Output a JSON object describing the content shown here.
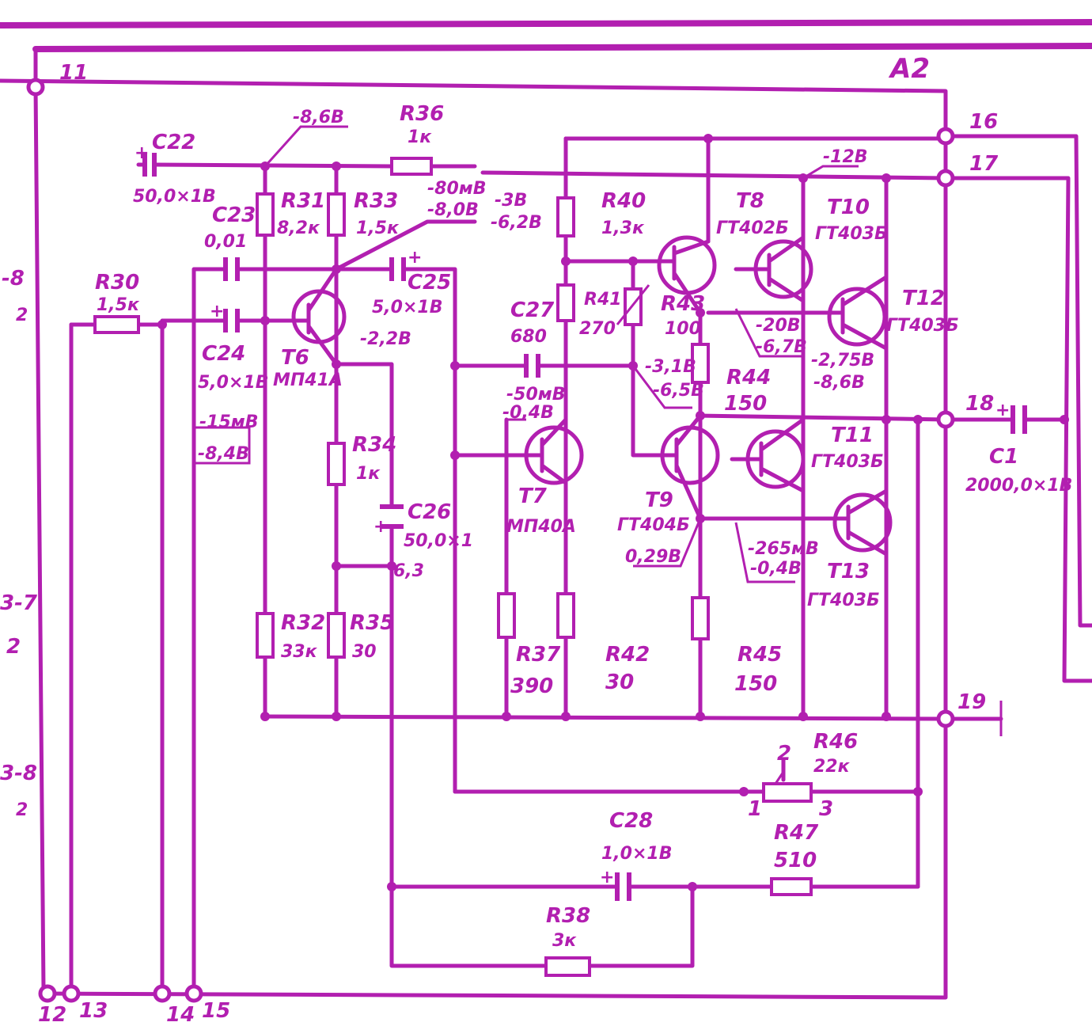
{
  "board": "A2",
  "nodes": {
    "n11": "11",
    "n12": "12",
    "n13": "13",
    "n14": "14",
    "n15": "15",
    "n16": "16",
    "n17": "17",
    "n18": "18",
    "n19": "19"
  },
  "left_edge": {
    "a": "-8",
    "b": "2",
    "c": "3-7",
    "d": "2",
    "e": "3-8",
    "f": "2"
  },
  "voltages": {
    "v1": "-8,6В",
    "v2": "-80мВ",
    "v3": "-8,0В",
    "v4": "-3В",
    "v5": "-6,2В",
    "v6": "-2,2В",
    "v7": "-50мВ",
    "v8": "-0,4В",
    "v9": "-12В",
    "v10": "-20В",
    "v11": "-6,7В",
    "v12": "-3,1В",
    "v13": "-6,5В",
    "v14": "-2,75В",
    "v15": "-8,6В",
    "v16": "-15мВ",
    "v17": "-8,4В",
    "v18": "-265мВ",
    "v19": "-0,4В",
    "v20": "0,29В",
    "v21": "6,3"
  },
  "components": {
    "C22": {
      "name": "C22",
      "value": "50,0×1В"
    },
    "C23": {
      "name": "C23",
      "value": "0,01"
    },
    "C24": {
      "name": "C24",
      "value": "5,0×1В"
    },
    "C25": {
      "name": "C25",
      "value": "5,0×1В"
    },
    "C26": {
      "name": "C26",
      "value": "50,0×1"
    },
    "C27": {
      "name": "C27",
      "value": "680"
    },
    "C28": {
      "name": "C28",
      "value": "1,0×1В"
    },
    "C1": {
      "name": "C1",
      "value": "2000,0×1В"
    },
    "R30": {
      "name": "R30",
      "value": "1,5к"
    },
    "R31": {
      "name": "R31",
      "value": "8,2к"
    },
    "R32": {
      "name": "R32",
      "value": "33к"
    },
    "R33": {
      "name": "R33",
      "value": "1,5к"
    },
    "R34": {
      "name": "R34",
      "value": "1к"
    },
    "R35": {
      "name": "R35",
      "value": "30"
    },
    "R36": {
      "name": "R36",
      "value": "1к"
    },
    "R37": {
      "name": "R37",
      "value": "390"
    },
    "R38": {
      "name": "R38",
      "value": "3к"
    },
    "R40": {
      "name": "R40",
      "value": "1,3к"
    },
    "R41": {
      "name": "R41",
      "value": "270"
    },
    "R42": {
      "name": "R42",
      "value": "30"
    },
    "R43": {
      "name": "R43",
      "value": "100"
    },
    "R44": {
      "name": "R44",
      "value": "150"
    },
    "R45": {
      "name": "R45",
      "value": "150"
    },
    "R46": {
      "name": "R46",
      "value": "22к"
    },
    "R47": {
      "name": "R47",
      "value": "510"
    },
    "T6": {
      "name": "Т6",
      "type": "МП41А"
    },
    "T7": {
      "name": "Т7",
      "type": "МП40А"
    },
    "T8": {
      "name": "Т8",
      "type": "ГТ402Б"
    },
    "T9": {
      "name": "Т9",
      "type": "ГТ404Б"
    },
    "T10": {
      "name": "Т10",
      "type": "ГТ403Б"
    },
    "T11": {
      "name": "Т11",
      "type": "ГТ403Б"
    },
    "T12": {
      "name": "Т12",
      "type": "ГТ403Б"
    },
    "T13": {
      "name": "Т13",
      "type": "ГТ403Б"
    }
  },
  "pot_pins": {
    "p1": "1",
    "p2": "2",
    "p3": "3"
  },
  "plus": "+",
  "colors": {
    "ink": "#b21fb0",
    "paper": "#ffffff"
  }
}
